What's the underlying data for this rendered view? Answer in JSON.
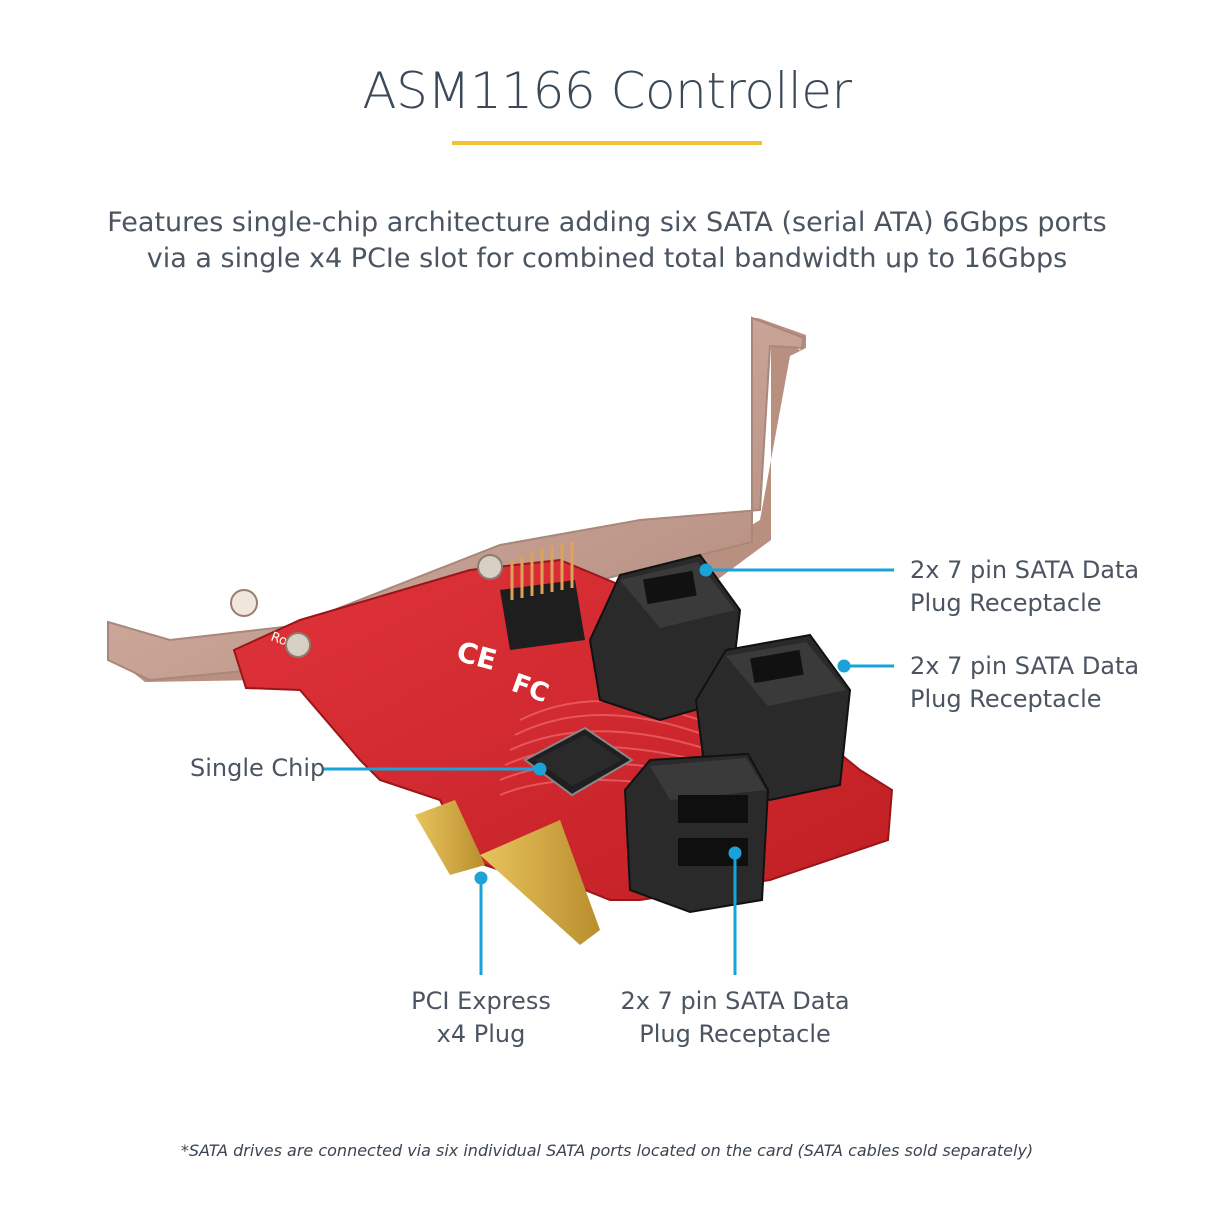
{
  "header": {
    "title": "ASM1166 Controller",
    "description_line1": "Features single-chip architecture adding six SATA (serial ATA) 6Gbps ports",
    "description_line2": "via a single x4 PCIe slot for combined total bandwidth up to 16Gbps"
  },
  "callouts": {
    "sata_top": {
      "line1": "2x 7 pin SATA Data",
      "line2": "Plug Receptacle"
    },
    "sata_middle": {
      "line1": "2x 7 pin SATA Data",
      "line2": "Plug Receptacle"
    },
    "single_chip": {
      "label": "Single Chip"
    },
    "pcie_plug": {
      "line1": "PCI Express",
      "line2": "x4 Plug"
    },
    "sata_bottom": {
      "line1": "2x 7 pin SATA Data",
      "line2": "Plug Receptacle"
    }
  },
  "footnote": "*SATA drives are connected via six individual SATA ports located on the card (SATA cables sold separately)",
  "colors": {
    "accent_underline": "#f2c234",
    "callout_line": "#1aa3d9",
    "pcb_red": "#d8262b",
    "bracket_metal": "#c9a99a",
    "connector_black": "#262626",
    "gold_contacts": "#d9b24a"
  }
}
